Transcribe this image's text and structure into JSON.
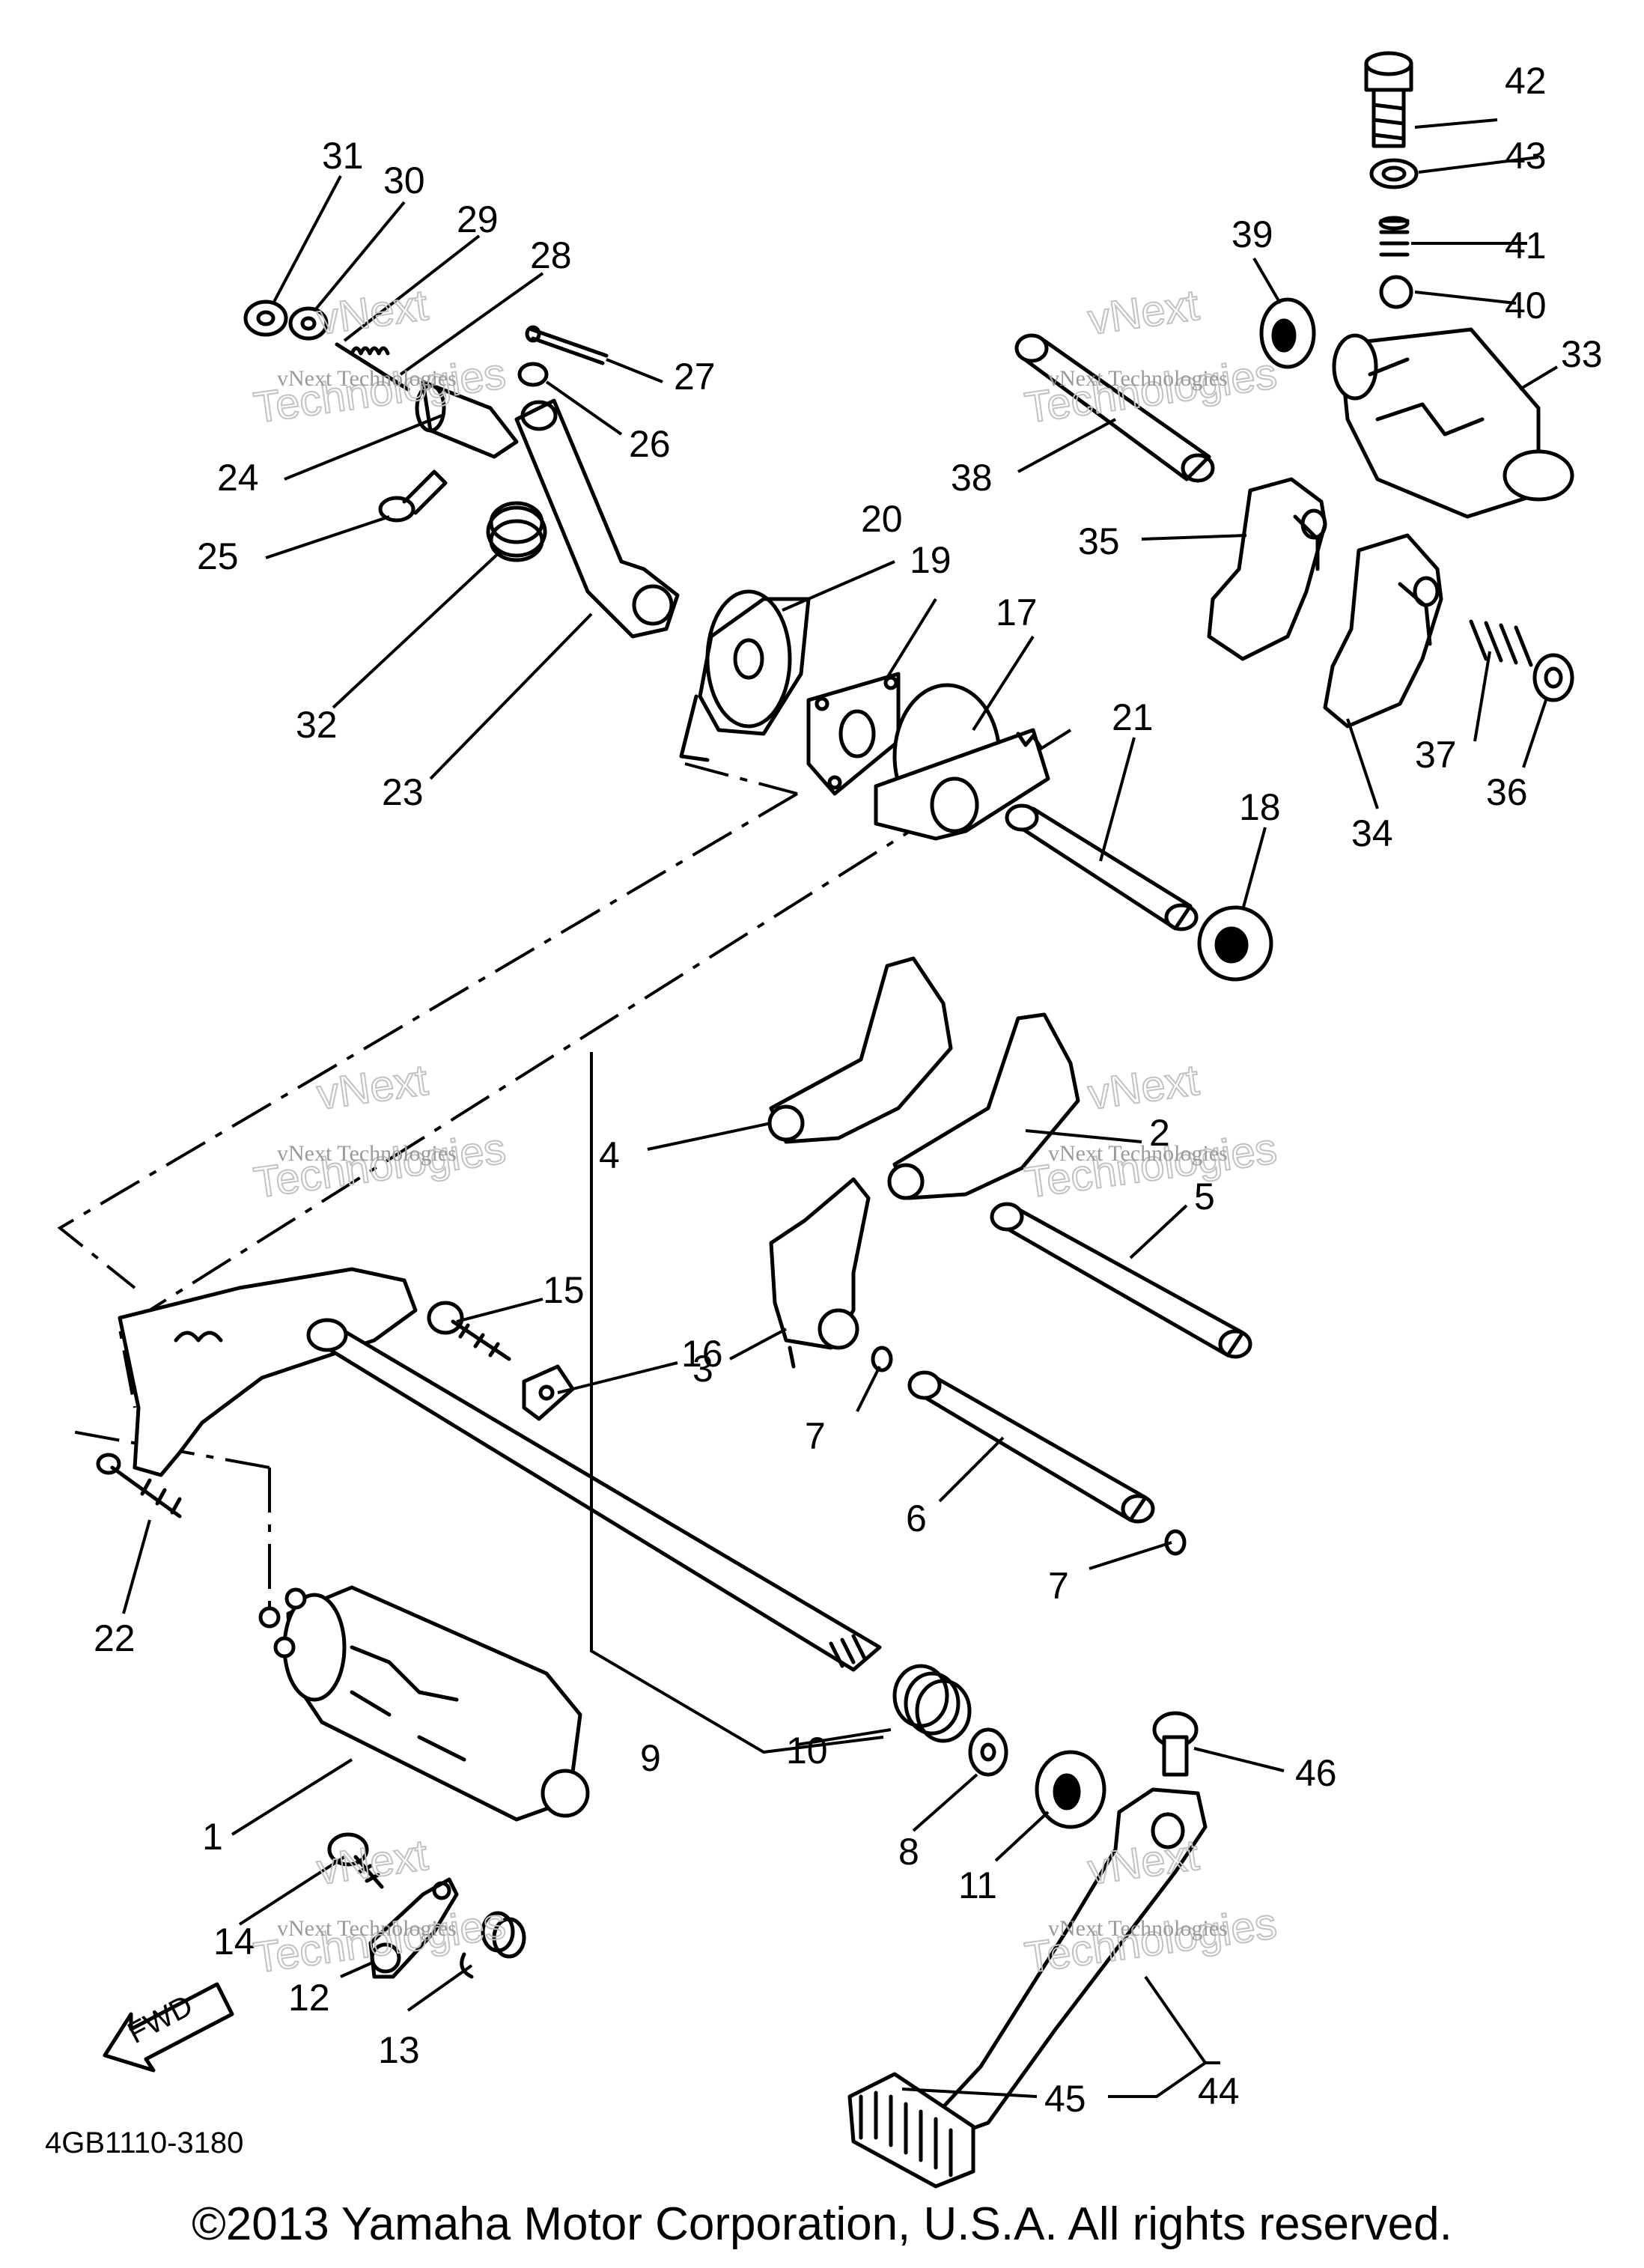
{
  "diagram_code": "4GB1110-3180",
  "fwd_label": "FWD",
  "copyright": "©2013 Yamaha Motor Corporation, U.S.A. All rights reserved.",
  "watermark": {
    "line1": "vNext Technologies",
    "line2": "vNext",
    "line3": "Technologies"
  },
  "callouts": {
    "n1": "1",
    "n2": "2",
    "n3": "3",
    "n4": "4",
    "n5": "5",
    "n6": "6",
    "n7a": "7",
    "n7b": "7",
    "n8": "8",
    "n9": "9",
    "n10": "10",
    "n11": "11",
    "n12": "12",
    "n13": "13",
    "n14": "14",
    "n15": "15",
    "n16": "16",
    "n17": "17",
    "n18": "18",
    "n19": "19",
    "n20": "20",
    "n21": "21",
    "n22": "22",
    "n23": "23",
    "n24": "24",
    "n25": "25",
    "n26": "26",
    "n27": "27",
    "n28": "28",
    "n29": "29",
    "n30": "30",
    "n31": "31",
    "n32": "32",
    "n33": "33",
    "n34": "34",
    "n35": "35",
    "n36": "36",
    "n37": "37",
    "n38": "38",
    "n39": "39",
    "n40": "40",
    "n41": "41",
    "n42": "42",
    "n43": "43",
    "n44": "44",
    "n45": "45",
    "n46": "46"
  }
}
